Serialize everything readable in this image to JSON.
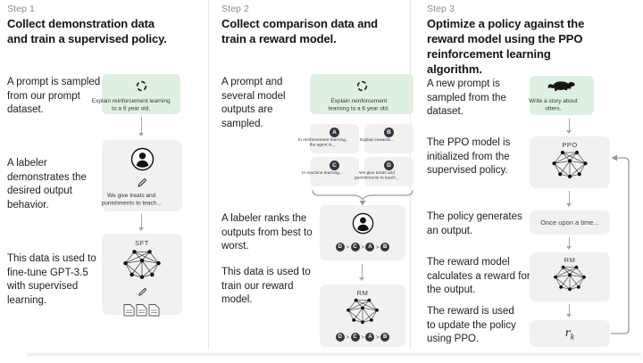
{
  "colors": {
    "prompt_box_bg": "#def0e1",
    "model_box_bg": "#f1f1ef",
    "chip_circle": "#34343f",
    "heading_text": "#141414",
    "step_label_gray": "#8b8b8b",
    "arrow_gray": "#a6a6a6"
  },
  "step1": {
    "step_label": "Step 1",
    "heading": "Collect demonstration data and train a supervised policy.",
    "side_texts": [
      "A prompt is sampled from our prompt dataset.",
      "A labeler demonstrates the desired output behavior.",
      "This data is used to fine-tune GPT-3.5 with supervised learning."
    ],
    "prompt_box": {
      "text": "Explain reinforcement learning to a 6 year old."
    },
    "labeler_box": {
      "text": "We give treats and punishments to teach..."
    },
    "sft_box": {
      "label": "SFT"
    }
  },
  "step2": {
    "step_label": "Step 2",
    "heading": "Collect comparison data and train a reward model.",
    "side_texts": [
      "A prompt and several model outputs are sampled.",
      "A labeler ranks the outputs from best to worst.",
      "This data is used to train our reward model."
    ],
    "prompt_box": {
      "text": "Explain reinforcement learning to a 6 year old."
    },
    "outputs": [
      {
        "label": "A",
        "text": "In reinforcement learning, the agent is..."
      },
      {
        "label": "B",
        "text": "Explain rewards..."
      },
      {
        "label": "C",
        "text": "In machine learning..."
      },
      {
        "label": "D",
        "text": "We give treats and punishments to teach..."
      }
    ],
    "ranking": {
      "order": [
        "D",
        "C",
        "A",
        "B"
      ],
      "separator": ">"
    },
    "rm_box": {
      "label": "RM"
    }
  },
  "step3": {
    "step_label": "Step 3",
    "heading": "Optimize a policy against the reward model using the PPO reinforcement learning algorithm.",
    "side_texts": [
      "A new prompt is sampled from the dataset.",
      "The PPO model is initialized from the supervised policy.",
      "The policy generates an output.",
      "The reward model calculates a reward for the output.",
      "The reward is used to update the policy using PPO."
    ],
    "prompt_box": {
      "text": "Write a story about otters."
    },
    "ppo_box": {
      "label": "PPO"
    },
    "output_box": {
      "text": "Once upon a time..."
    },
    "rm_box": {
      "label": "RM"
    },
    "reward_box": {
      "label": "r",
      "sub": "k"
    }
  }
}
